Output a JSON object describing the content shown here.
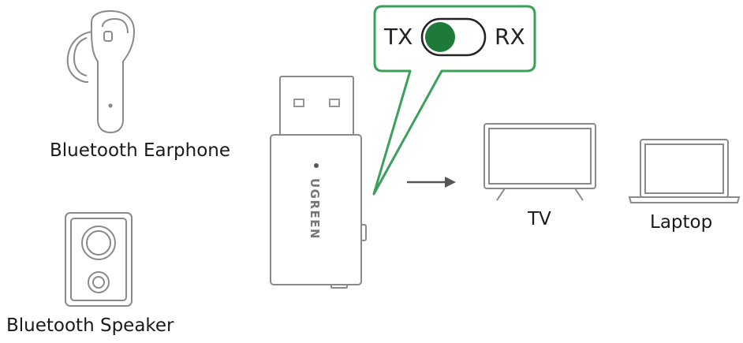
{
  "devices": {
    "earphone": {
      "label": "Bluetooth Earphone",
      "icon": "earphone-icon"
    },
    "speaker": {
      "label": "Bluetooth Speaker",
      "icon": "speaker-icon"
    },
    "tv": {
      "label": "TV",
      "icon": "tv-icon"
    },
    "laptop": {
      "label": "Laptop",
      "icon": "laptop-icon"
    }
  },
  "adapter": {
    "brand": "UGREEN",
    "switch": {
      "left_label": "TX",
      "right_label": "RX",
      "knob_position": "TX"
    }
  },
  "colors": {
    "accent": "#1e7a3a",
    "callout_border": "#3aa05a",
    "outline": "#8a8a8a",
    "text": "#1a1a1a"
  }
}
